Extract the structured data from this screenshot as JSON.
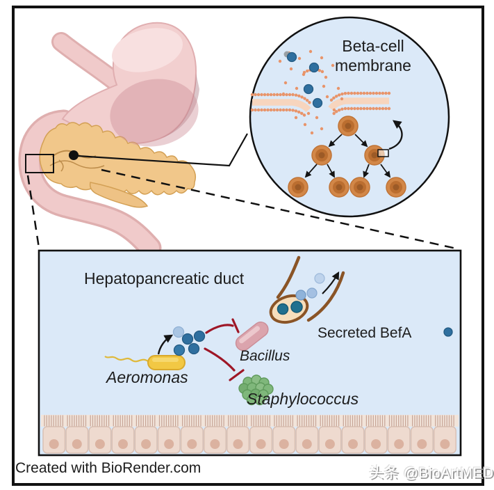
{
  "figure": {
    "panels": {
      "inset": {
        "title": "Beta-cell membrane"
      },
      "duct_panel": {
        "title": "Hepatopancreatic duct",
        "secreted_label": "Secreted BefA",
        "bacteria": {
          "aeromonas": "Aeromonas",
          "bacillus": "Bacillus",
          "staphylococcus": "Staphylococcus"
        }
      }
    },
    "footer": {
      "credit": "Created with BioRender.com",
      "watermark": "头条 @BioArtMED"
    },
    "colors": {
      "panel_bg": "#dbe9f8",
      "befa_blue": "#2f6f9f",
      "befa_light_blue": "#a9c5e3",
      "inhibition_red": "#9e1626",
      "aeromonas_yellow": "#f2c844",
      "bacillus_pink": "#dba4ad",
      "staphylococcus_green": "#7fb77b",
      "beta_cell_orange": "#d28748",
      "membrane_orange": "#e8946a",
      "duct_brown": "#8a5426",
      "epithelium_pink": "#eedacf",
      "stomach_pink": "#f2cfcf",
      "pancreas_yellow": "#f1c78a"
    }
  }
}
